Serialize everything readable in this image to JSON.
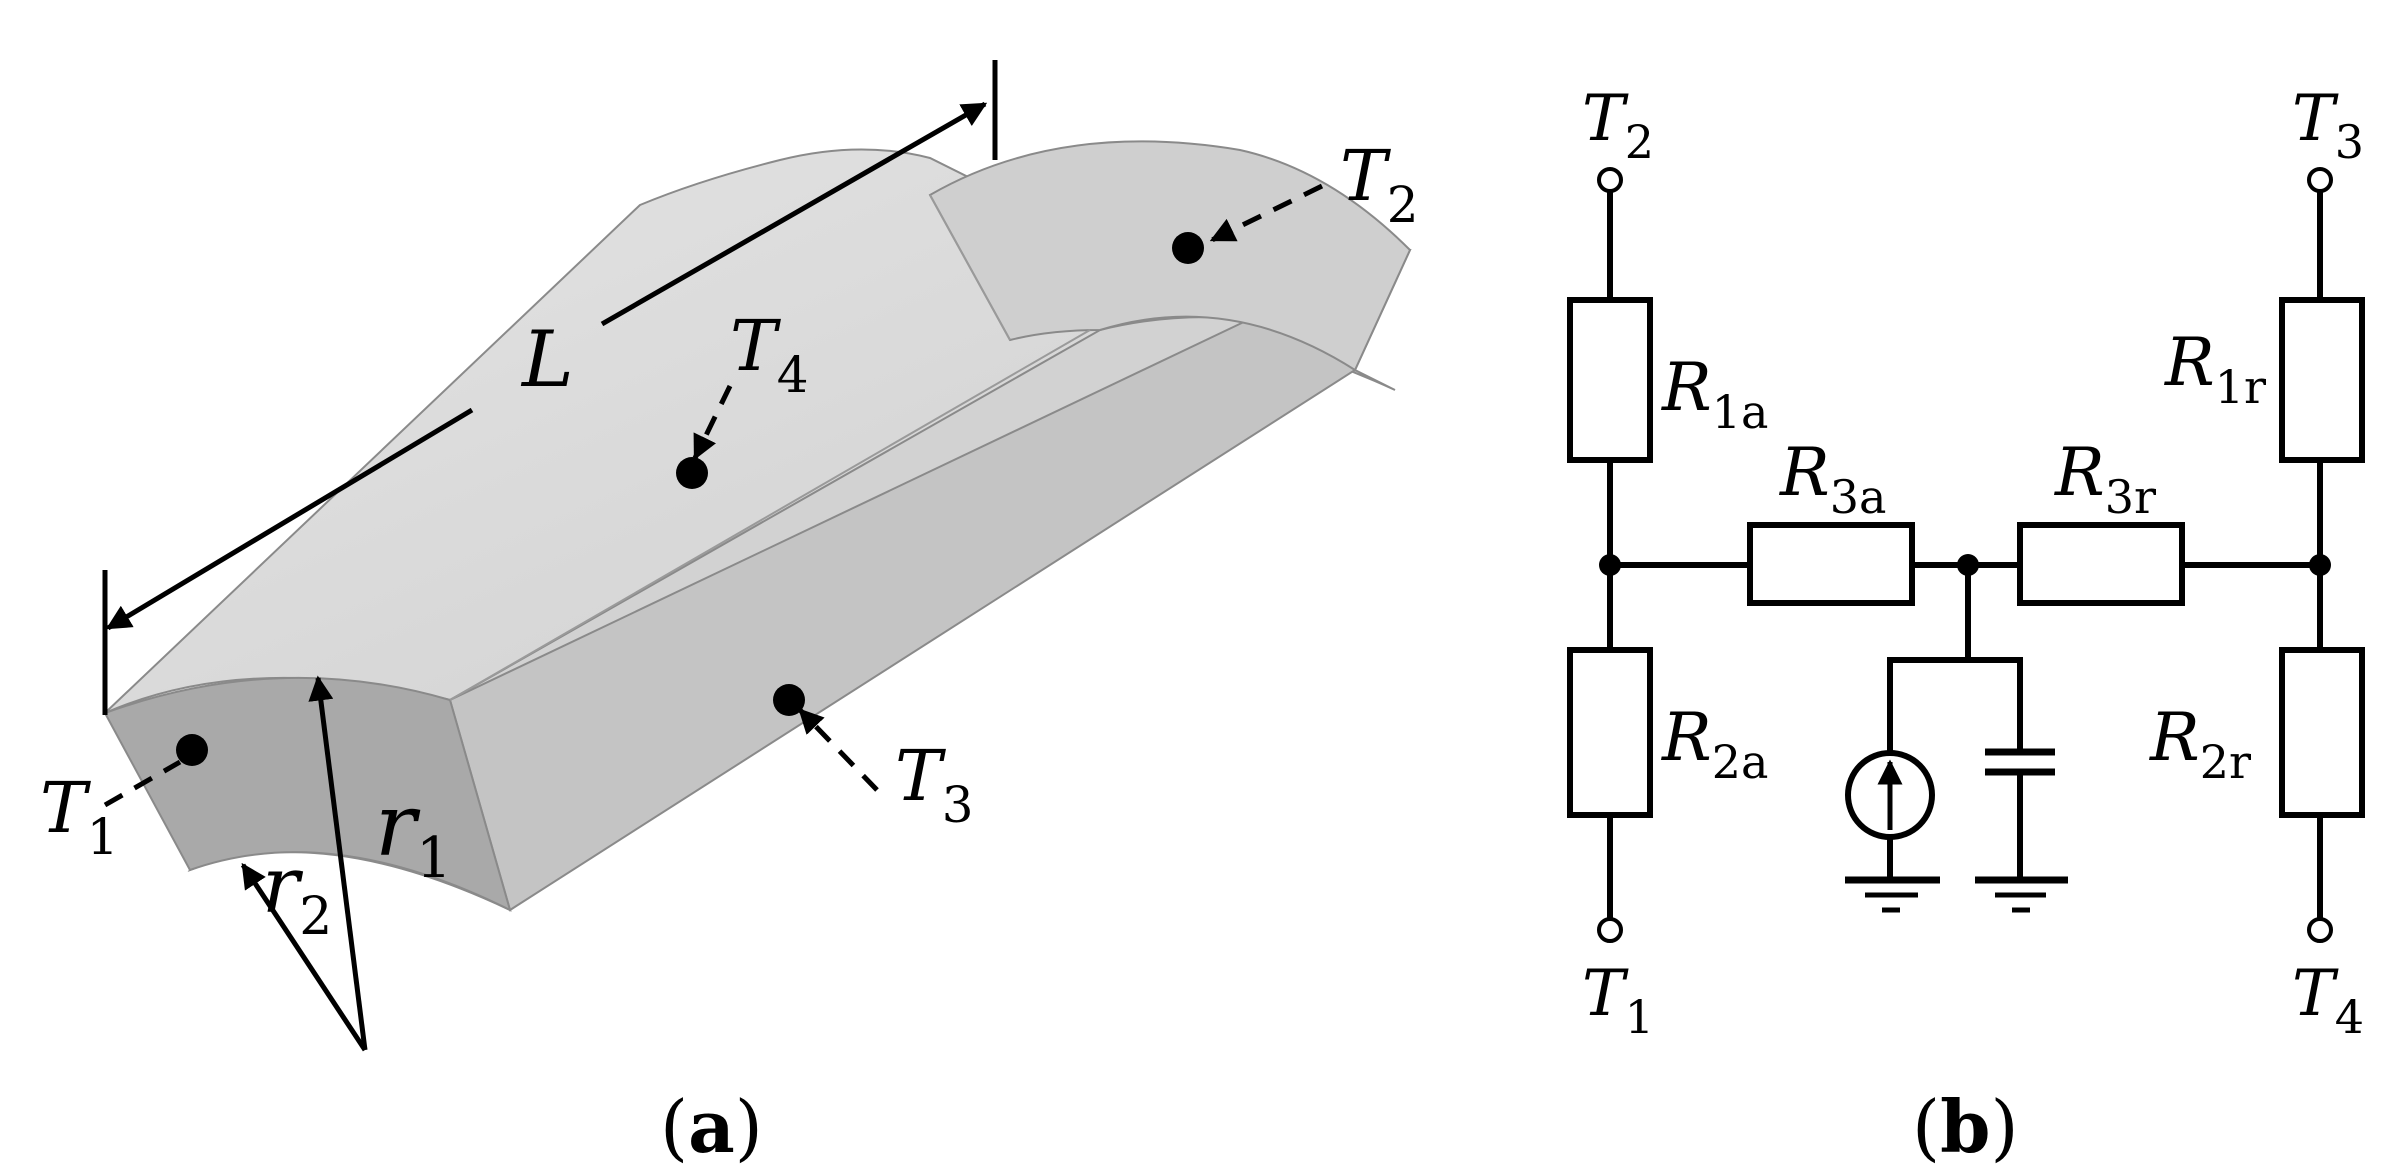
{
  "panel_a": {
    "caption_open": "(",
    "caption_letter": "a",
    "caption_close": ")",
    "length_label": {
      "main": "L",
      "sub": ""
    },
    "r1_label": {
      "main": "r",
      "sub": "1"
    },
    "r2_label": {
      "main": "r",
      "sub": "2"
    },
    "terminals": [
      {
        "main": "T",
        "sub": "1"
      },
      {
        "main": "T",
        "sub": "2"
      },
      {
        "main": "T",
        "sub": "3"
      },
      {
        "main": "T",
        "sub": "4"
      }
    ]
  },
  "panel_b": {
    "caption_open": "(",
    "caption_letter": "b",
    "caption_close": ")",
    "terminals": [
      {
        "main": "T",
        "sub": "1"
      },
      {
        "main": "T",
        "sub": "2"
      },
      {
        "main": "T",
        "sub": "3"
      },
      {
        "main": "T",
        "sub": "4"
      }
    ],
    "resistors": [
      {
        "main": "R",
        "sub": "1a"
      },
      {
        "main": "R",
        "sub": "2a"
      },
      {
        "main": "R",
        "sub": "3a"
      },
      {
        "main": "R",
        "sub": "3r"
      },
      {
        "main": "R",
        "sub": "1r"
      },
      {
        "main": "R",
        "sub": "2r"
      }
    ]
  },
  "colors": {
    "face_top": "#dcdcdc",
    "face_side": "#bdbdbd",
    "face_end": "#a9a9a9",
    "edge": "#8a8a8a",
    "ink": "#000000"
  }
}
